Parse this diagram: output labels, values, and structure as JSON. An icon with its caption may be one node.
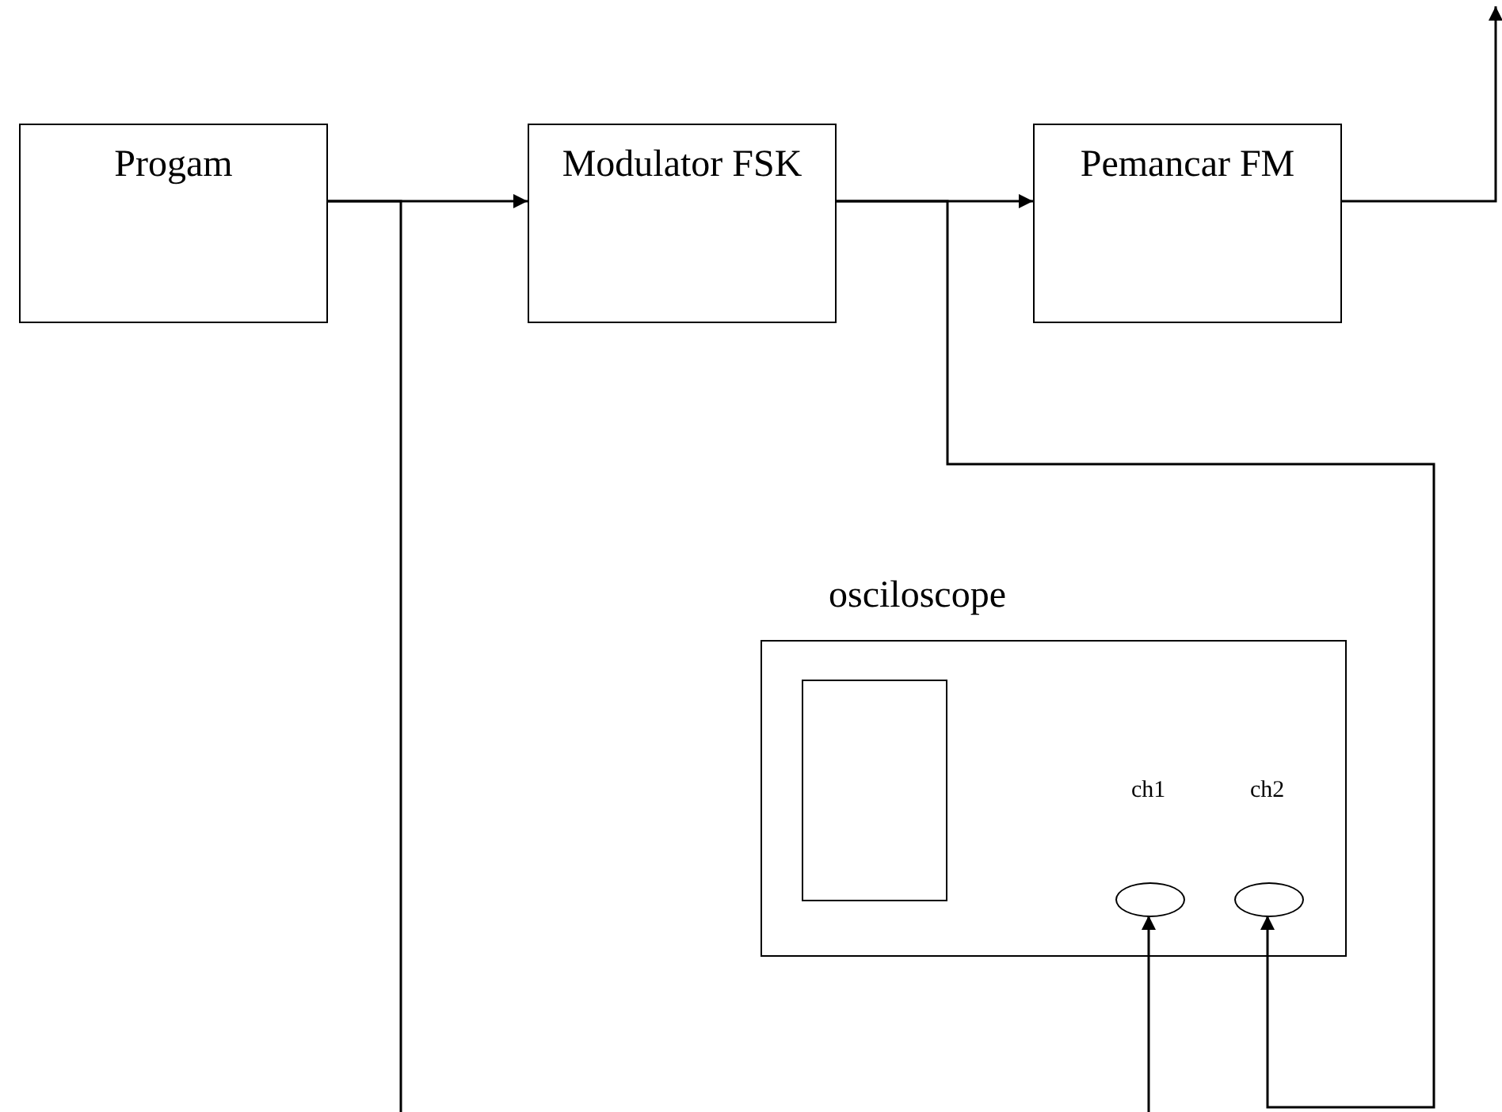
{
  "diagram": {
    "nodes": [
      {
        "text": [
          "Progam"
        ]
      },
      {
        "text": [
          "Modulator FSK"
        ]
      },
      {
        "text": [
          "Pemancar FM"
        ]
      },
      {
        "text": [
          "osciloscope"
        ]
      },
      {
        "text": [],
        "shape": "box",
        "in": 3
      },
      {
        "text": [],
        "shape": "circle",
        "in": 3,
        "beside": [
          "ch1"
        ]
      },
      {
        "text": [],
        "shape": "circle",
        "in": 3,
        "beside": [
          "ch2"
        ]
      }
    ],
    "edges": [
      {
        "from": 0,
        "to": 1,
        "arrow": "to"
      },
      {
        "from": 1,
        "to": 2,
        "arrow": "to"
      },
      {
        "from": 2,
        "to": null,
        "arrow": "to"
      },
      {
        "from": 0,
        "to": null,
        "arrow": "none"
      },
      {
        "from": null,
        "to": 5,
        "arrow": "to"
      },
      {
        "from": 1,
        "to": 6,
        "arrow": "to"
      }
    ]
  }
}
